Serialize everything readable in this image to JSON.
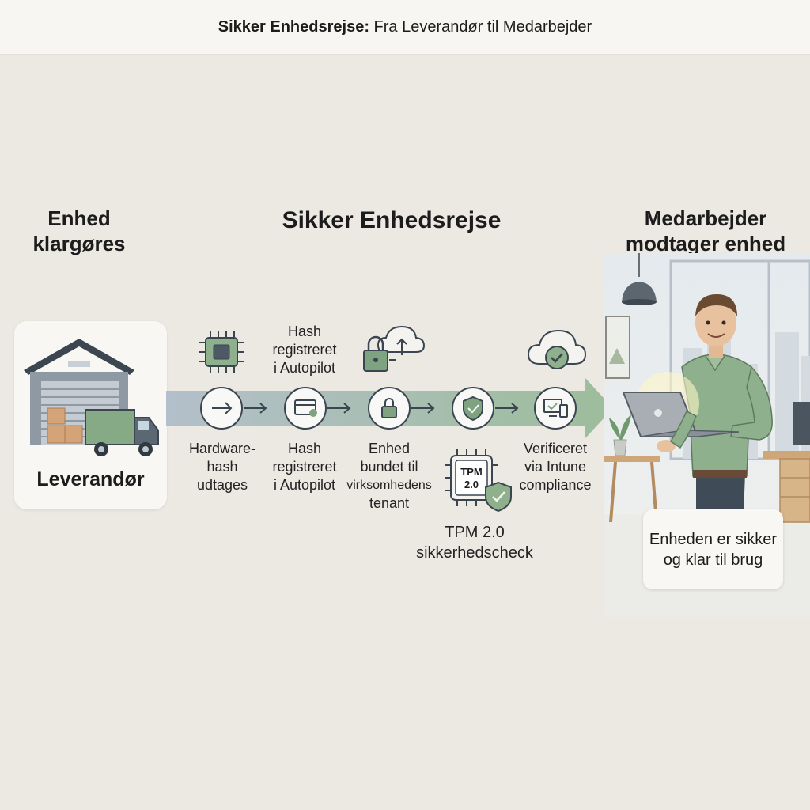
{
  "header": {
    "title_bold": "Sikker Enhedsrejse:",
    "title_rest": " Fra Leverandør til Medarbejder"
  },
  "stage_left": {
    "heading_line1": "Enhed",
    "heading_line2": "klargøres",
    "card_label": "Leverandør"
  },
  "center_heading": "Sikker Enhedsrejse",
  "stage_right": {
    "heading_line1": "Medarbejder",
    "heading_line2": "modtager enhed",
    "note": "Enheden er sikker og klar til brug"
  },
  "top_icon_labels": {
    "hash_line1": "Hash",
    "hash_line2": "registreret",
    "hash_line3": "i Autopilot"
  },
  "steps": [
    {
      "line1": "Hardware-",
      "line2": "hash",
      "line3": "udtages"
    },
    {
      "line1": "Hash",
      "line2": "registreret",
      "line3": "i Autopilot"
    },
    {
      "line1": "Enhed",
      "line2": "bundet til",
      "line3": "virksomhedens",
      "line4": "tenant"
    },
    {
      "line1": "Verificeret",
      "line2": "via Intune",
      "line3": "compliance"
    }
  ],
  "tpm": {
    "chip_line1": "TPM",
    "chip_line2": "2.0",
    "label_line1": "TPM 2.0",
    "label_line2": "sikkerhedscheck"
  },
  "colors": {
    "arrow_start": "#a9b8c6",
    "arrow_end": "#8fb58e",
    "icon_green": "#7fa381",
    "icon_dark": "#3a4550",
    "shirt": "#8fb08d"
  }
}
